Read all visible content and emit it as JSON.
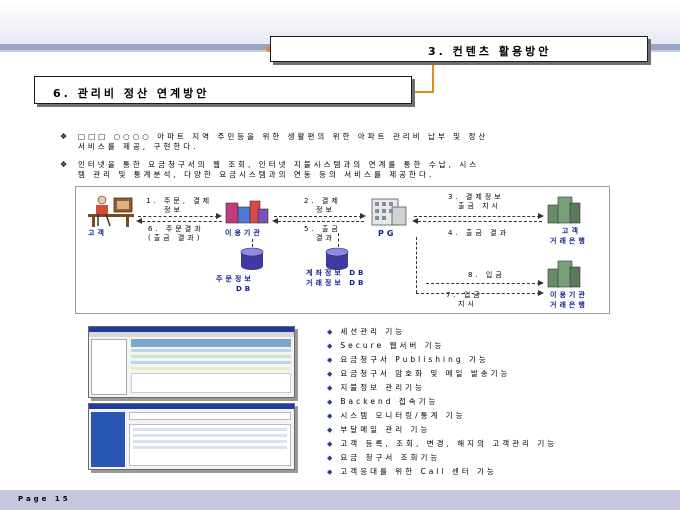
{
  "header": {
    "section_title": "3. 컨텐츠 활용방안",
    "sub_title": "6. 관리비 정산 연계방안"
  },
  "bullets": [
    {
      "marker": "❖",
      "line1": "□□□ ○○○○ 아파트 지역 주민등을 위한 생활편의 위한 아파트 관리비 납부 및 정산",
      "line2": "서비스를 제공, 구현한다."
    },
    {
      "marker": "❖",
      "line1": "인터넷을 통한 요금청구서의 웹 조회, 인터넷 지불시스템과의 연계를 통한 수납, 시스",
      "line2": "템 관리 및 통계분석, 다양한 요금시스템과의 연동 등의 서비스를 제공한다."
    }
  ],
  "diagram": {
    "customer": "고객",
    "institution": "이용기관",
    "pg": "PG",
    "bank_customer": [
      "고객",
      "거래은행"
    ],
    "bank_institution": [
      "이용기관",
      "거래은행"
    ],
    "db_order": [
      "주문정보",
      "DB"
    ],
    "db_account": [
      "계좌정보 DB",
      "거래정보 DB"
    ],
    "step1": [
      "1. 주문, 결제",
      "정보"
    ],
    "step6": [
      "6. 주문결과",
      "(출금 결과)"
    ],
    "step2": [
      "2. 결제",
      "정보"
    ],
    "step5": [
      "5. 출금",
      "결과"
    ],
    "step3": [
      "3. 결제정보",
      "출금 지시"
    ],
    "step4": "4. 출금 결과",
    "step8": "8. 입금",
    "step7": [
      "7. 입금",
      "지시"
    ]
  },
  "features": [
    "세션관리 기능",
    "Secure 웹서버 기능",
    "요금청구서 Publishing 기능",
    "요금청구서 암호화 및 메일 발송기능",
    "지불정보 관리기능",
    "Backend 접속기능",
    "시스템 모니터링/통계 기능",
    "부달메일 관리 기능",
    "고객 등록, 조회, 변경, 해지의 고객관리 기능",
    "요금 청구서 조회기능",
    "고객응대를 위한 Call 센터 기능"
  ],
  "footer": {
    "page_label": "Page 15"
  },
  "colors": {
    "accent_orange": "#e58a1d",
    "label_blue": "#0d1f8f",
    "band": "#9aa3c9"
  }
}
